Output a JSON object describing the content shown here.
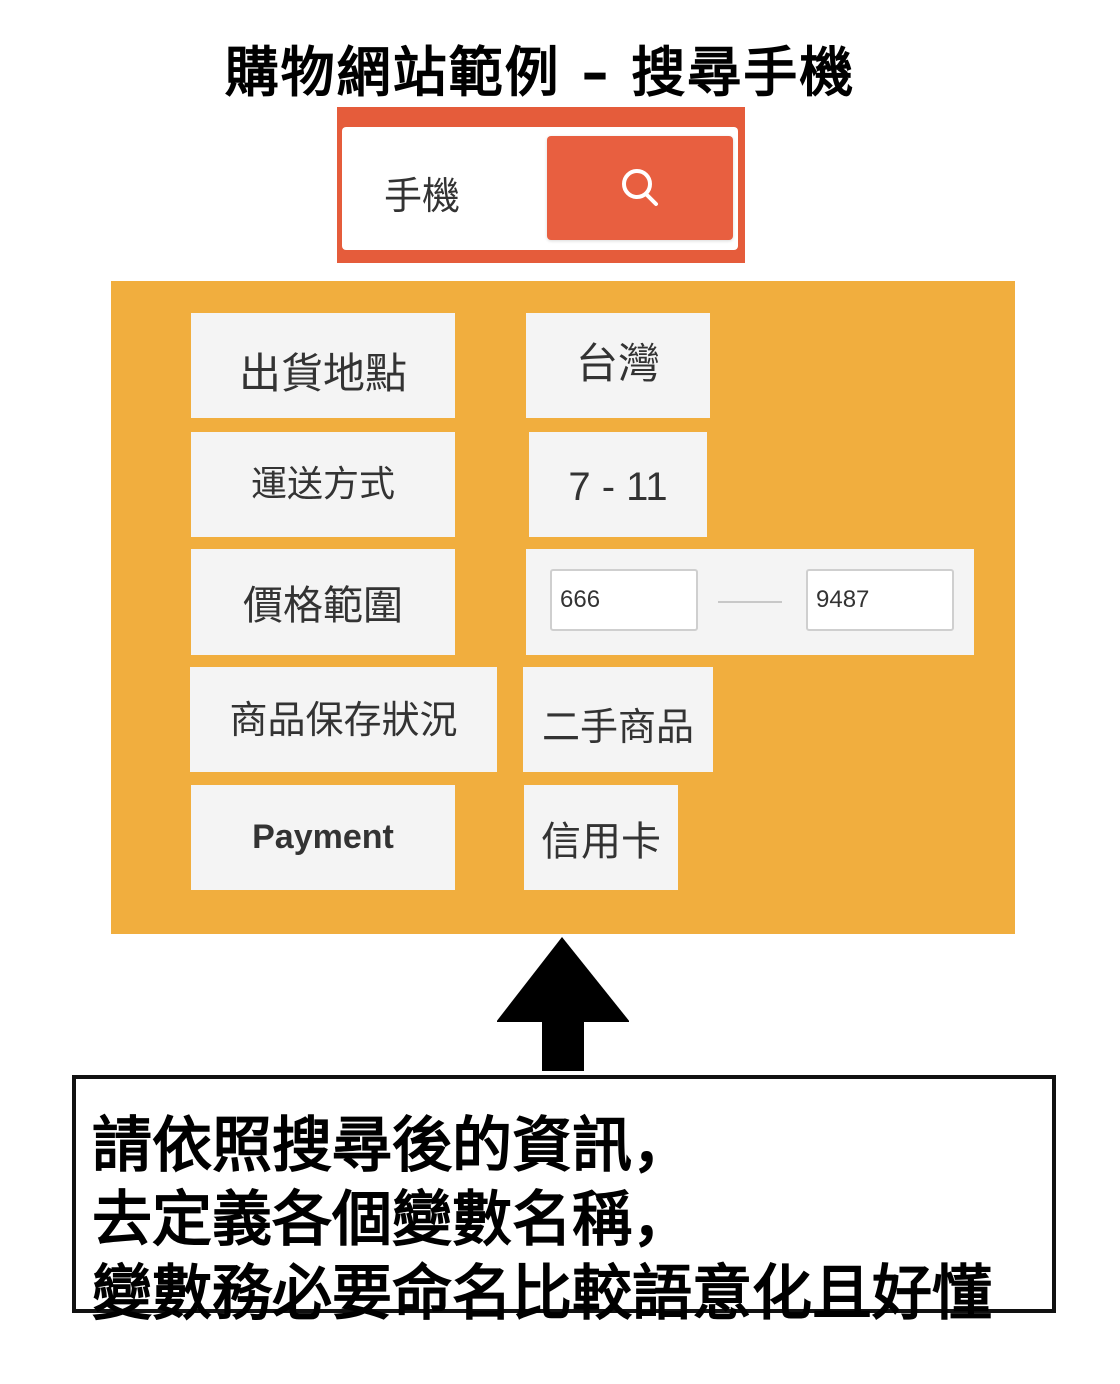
{
  "title": "購物網站範例 – 搜尋手機",
  "search": {
    "query": "手機",
    "button_icon": "search-icon",
    "colors": {
      "frame": "#e55c3b",
      "button": "#e85f40"
    }
  },
  "filters": {
    "panel_color": "#f1ae3e",
    "rows": [
      {
        "label": "出貨地點",
        "value": "台灣"
      },
      {
        "label": "運送方式",
        "value": "7 - 11"
      },
      {
        "label": "價格範圍",
        "min": "666",
        "max": "9487"
      },
      {
        "label": "商品保存狀況",
        "value": "二手商品"
      },
      {
        "label": "Payment",
        "value": "信用卡"
      }
    ]
  },
  "arrow_icon": "arrow-up-icon",
  "note": {
    "lines": [
      "請依照搜尋後的資訊，",
      "去定義各個變數名稱，",
      "變數務必要命名比較語意化且好懂"
    ]
  }
}
